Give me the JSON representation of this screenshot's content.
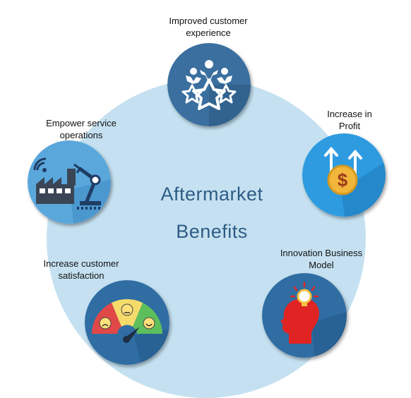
{
  "center": {
    "line1": "Aftermarket",
    "line2": "Benefits"
  },
  "nodes": [
    {
      "id": "customer-experience",
      "label": "Improved customer experience",
      "icon": "team-star-icon",
      "color": "#3a6f9f"
    },
    {
      "id": "increase-profit",
      "label": "Increase in Profit",
      "icon": "dollar-growth-icon",
      "color": "#2e9be0"
    },
    {
      "id": "innovation",
      "label": "Innovation Business Model",
      "icon": "idea-head-icon",
      "color": "#2f6da3"
    },
    {
      "id": "customer-satisfaction",
      "label": "Increase customer satisfaction",
      "icon": "satisfaction-gauge-icon",
      "color": "#2f6da3"
    },
    {
      "id": "service-operations",
      "label": "Empower service operations",
      "icon": "factory-robot-icon",
      "color": "#5aa7dc"
    }
  ],
  "colors": {
    "background_circle": "#c5e1f1",
    "title": "#2f5d86"
  }
}
